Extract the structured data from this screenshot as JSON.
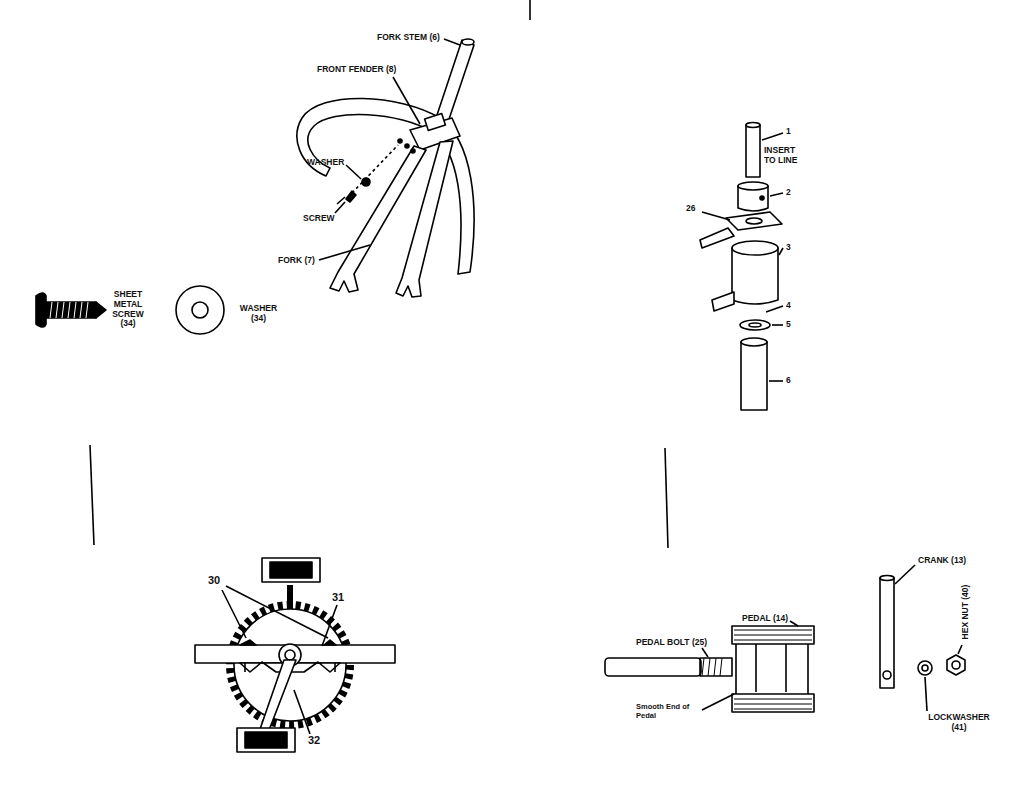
{
  "diagram": {
    "labels": [
      "FORK STEM (6)",
      "FRONT FENDER (8)",
      "WASHER",
      "SCREW",
      "FORK (7)",
      "SHEET METAL SCREW (34)",
      "WASHER (34)",
      "1",
      "INSERT TO LINE",
      "2",
      "26",
      "3",
      "4",
      "5",
      "6",
      "30",
      "31",
      "32",
      "PEDAL (14)",
      "CRANK (13)",
      "PEDAL BOLT (25)",
      "HEX NUT (40)",
      "Smooth End of Pedal",
      "LOCKWASHER (41)"
    ]
  }
}
